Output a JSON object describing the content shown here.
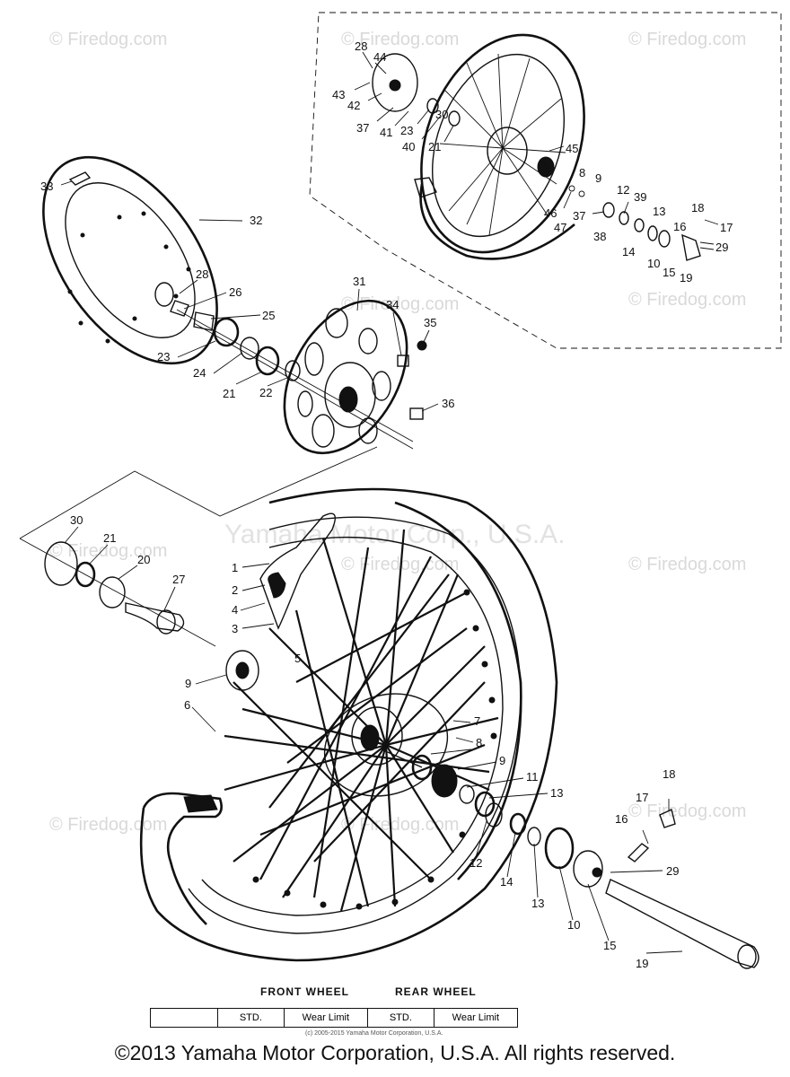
{
  "watermark": {
    "text": "© Firedog.com",
    "center_text": "Yamaha Motor Corp., U.S.A."
  },
  "callouts": {
    "inset": [
      "28",
      "44",
      "43",
      "42",
      "37",
      "41",
      "23",
      "40",
      "21",
      "30",
      "45",
      "8",
      "9",
      "46",
      "47",
      "37b",
      "38",
      "12",
      "39",
      "13",
      "14",
      "10",
      "15",
      "19",
      "18",
      "16",
      "17",
      "29"
    ],
    "values": {
      "i28": "28",
      "i44": "44",
      "i43": "43",
      "i42": "42",
      "i37": "37",
      "i41": "41",
      "i23": "23",
      "i40": "40",
      "i21": "21",
      "i30": "30",
      "i45": "45",
      "i8": "8",
      "i9": "9",
      "i46": "46",
      "i47": "47",
      "i37b": "37",
      "i38": "38",
      "i12": "12",
      "i39": "39",
      "i13": "13",
      "i14": "14",
      "i10": "10",
      "i15": "15",
      "i19": "19",
      "i18": "18",
      "i16": "16",
      "i17": "17",
      "i29": "29",
      "m33": "33",
      "m32": "32",
      "m28": "28",
      "m26": "26",
      "m25": "25",
      "m31": "31",
      "m34": "34",
      "m35": "35",
      "m23": "23",
      "m24": "24",
      "m21": "21",
      "m22": "22",
      "m36": "36",
      "f30": "30",
      "f21": "21",
      "f20": "20",
      "f27": "27",
      "f1": "1",
      "f2": "2",
      "f4": "4",
      "f3": "3",
      "f5": "5",
      "f9": "9",
      "f6": "6",
      "f7": "7",
      "f8": "8",
      "f9b": "9",
      "f11": "11",
      "f13": "13",
      "f12": "12",
      "f14": "14",
      "f13b": "13",
      "f10": "10",
      "f15": "15",
      "f18": "18",
      "f17": "17",
      "f16": "16",
      "f29": "29",
      "f19": "19"
    }
  },
  "table": {
    "group_front": "FRONT WHEEL",
    "group_rear": "REAR WHEEL",
    "cells": [
      "",
      "STD.",
      "Wear Limit",
      "STD.",
      "Wear Limit"
    ]
  },
  "small_copyright": "(c) 2005-2015 Yamaha Motor Corporation, U.S.A.",
  "copyright": "©2013 Yamaha Motor Corporation, U.S.A. All rights reserved."
}
